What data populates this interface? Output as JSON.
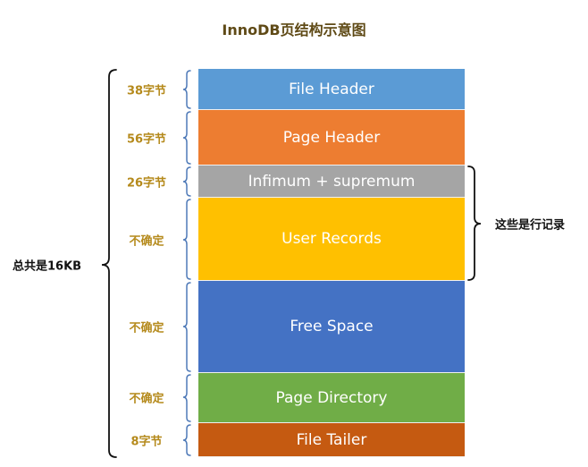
{
  "title": "InnoDB页结构示意图",
  "blocks": [
    {
      "name": "File Header",
      "size": "38字节",
      "color": "#5b9bd5"
    },
    {
      "name": "Page Header",
      "size": "56字节",
      "color": "#ed7d31"
    },
    {
      "name": "Infimum + supremum",
      "size": "26字节",
      "color": "#a5a5a5"
    },
    {
      "name": "User Records",
      "size": "不确定",
      "color": "#ffc000"
    },
    {
      "name": "Free Space",
      "size": "不确定",
      "color": "#4472c4"
    },
    {
      "name": "Page Directory",
      "size": "不确定",
      "color": "#70ad47"
    },
    {
      "name": "File Tailer",
      "size": "8字节",
      "color": "#c55a11"
    }
  ],
  "total_label": "总共是16KB",
  "records_label": "这些是行记录",
  "bracket_colors": {
    "size": "#4f7ab8",
    "total": "#111111"
  }
}
